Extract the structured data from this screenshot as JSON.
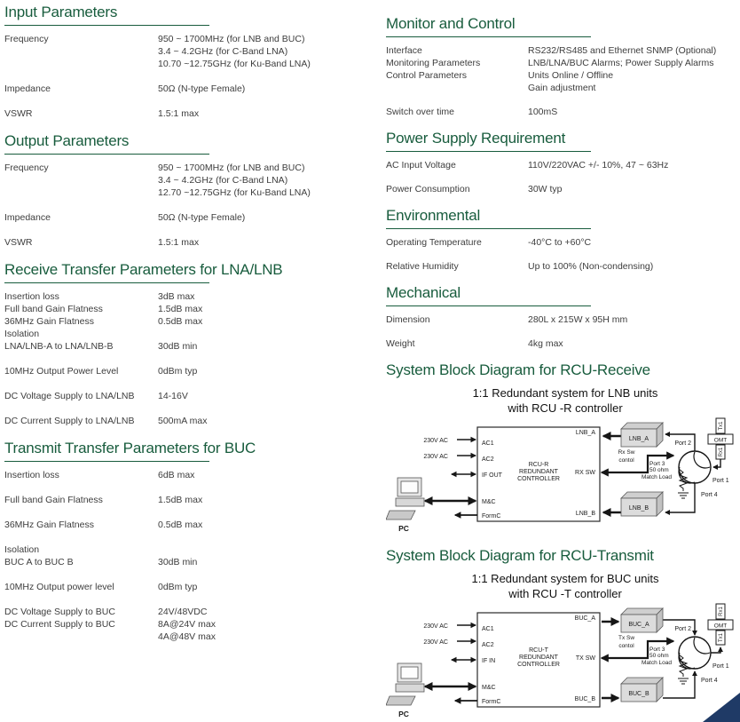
{
  "colors": {
    "heading_green": "#185C3D",
    "corner_navy": "#1F3A66",
    "body_text": "#3D3D3D"
  },
  "columns": {
    "left": {
      "sections": [
        {
          "title": "Input Parameters",
          "rows": [
            {
              "label": [
                "Frequency"
              ],
              "value": [
                "950 ~ 1700MHz (for LNB and BUC)",
                "3.4 ~ 4.2GHz (for C-Band LNA)",
                "10.70 ~12.75GHz (for Ku-Band LNA)"
              ]
            },
            {
              "label": [
                "Impedance"
              ],
              "value": [
                "50Ω (N-type Female)"
              ]
            },
            {
              "label": [
                "VSWR"
              ],
              "value": [
                "1.5:1 max"
              ]
            }
          ]
        },
        {
          "title": "Output Parameters",
          "rows": [
            {
              "label": [
                "Frequency"
              ],
              "value": [
                "950 ~ 1700MHz (for LNB and BUC)",
                "3.4 ~ 4.2GHz (for C-Band LNA)",
                "12.70 ~12.75GHz (for Ku-Band LNA)"
              ]
            },
            {
              "label": [
                "Impedance"
              ],
              "value": [
                "50Ω (N-type Female)"
              ]
            },
            {
              "label": [
                "VSWR"
              ],
              "value": [
                "1.5:1 max"
              ]
            }
          ]
        },
        {
          "title": "Receive Transfer Parameters for LNA/LNB",
          "rows": [
            {
              "label": [
                "Insertion loss",
                "Full band Gain Flatness",
                "36MHz Gain Flatness",
                "Isolation",
                "LNA/LNB-A to LNA/LNB-B"
              ],
              "value": [
                "3dB max",
                "1.5dB max",
                "0.5dB max",
                "",
                "30dB min"
              ]
            },
            {
              "label": [
                "10MHz Output Power Level"
              ],
              "value": [
                "0dBm typ"
              ]
            },
            {
              "label": [
                "DC Voltage Supply to LNA/LNB"
              ],
              "value": [
                "14-16V"
              ]
            },
            {
              "label": [
                "DC Current Supply to LNA/LNB"
              ],
              "value": [
                "500mA max"
              ]
            }
          ]
        },
        {
          "title": "Transmit Transfer Parameters for BUC",
          "rows": [
            {
              "label": [
                "Insertion loss"
              ],
              "value": [
                "6dB max"
              ]
            },
            {
              "label": [
                "Full band Gain Flatness"
              ],
              "value": [
                "1.5dB max"
              ]
            },
            {
              "label": [
                "36MHz Gain Flatness"
              ],
              "value": [
                "0.5dB max"
              ]
            },
            {
              "label": [
                "Isolation",
                "BUC A to BUC B"
              ],
              "value": [
                "",
                "30dB min"
              ]
            },
            {
              "label": [
                "10MHz Output power level"
              ],
              "value": [
                "0dBm typ"
              ]
            },
            {
              "label": [
                "DC Voltage Supply to BUC",
                "DC Current Supply to BUC"
              ],
              "value": [
                "24V/48VDC",
                "8A@24V max",
                "4A@48V max"
              ]
            }
          ]
        }
      ]
    },
    "right": {
      "sections": [
        {
          "title": "Monitor and Control",
          "rows": [
            {
              "label": [
                "Interface",
                "Monitoring Parameters",
                "Control Parameters"
              ],
              "value": [
                "RS232/RS485 and Ethernet SNMP (Optional)",
                "LNB/LNA/BUC Alarms; Power Supply Alarms",
                "Units Online / Offline",
                "Gain adjustment"
              ]
            },
            {
              "label": [
                "Switch over time"
              ],
              "value": [
                "100mS"
              ]
            }
          ]
        },
        {
          "title": "Power Supply Requirement",
          "rows": [
            {
              "label": [
                "AC Input Voltage"
              ],
              "value": [
                "110V/220VAC +/- 10%, 47 ~ 63Hz"
              ]
            },
            {
              "label": [
                "Power Consumption"
              ],
              "value": [
                "30W typ"
              ]
            }
          ]
        },
        {
          "title": "Environmental",
          "rows": [
            {
              "label": [
                "Operating Temperature"
              ],
              "value": [
                "-40°C to +60°C"
              ]
            },
            {
              "label": [
                "Relative Humidity"
              ],
              "value": [
                "Up to 100% (Non-condensing)"
              ]
            }
          ]
        },
        {
          "title": "Mechanical",
          "rows": [
            {
              "label": [
                "Dimension"
              ],
              "value": [
                "280L x 215W x 95H mm"
              ]
            },
            {
              "label": [
                "Weight"
              ],
              "value": [
                "4kg max"
              ]
            }
          ]
        }
      ]
    }
  },
  "diagrams": [
    {
      "heading": "System Block Diagram for RCU-Receive",
      "title1": "1:1 Redundant system for LNB units",
      "title2": "with RCU -R controller",
      "ac1": "230V AC",
      "ac2": "230V AC",
      "ctrl1": "RCU-R",
      "ctrl2": "REDUNDANT",
      "ctrl3": "CONTROLLER",
      "lp1": "AC1",
      "lp2": "AC2",
      "lp3": "IF OUT",
      "lp4": "M&C",
      "lp5": "FormC",
      "rp1": "LNB_A",
      "rp2": "RX SW",
      "rp3": "LNB_B",
      "unit_a": "LNB_A",
      "unit_b": "LNB_B",
      "sw1": "Rx Sw",
      "sw2": "contol",
      "port1": "Port 1",
      "port2": "Port 2",
      "port4": "Port 4",
      "port3a": "Port 3",
      "port3b": "50 ohm",
      "port3c": "Match Load",
      "omt": "OMT",
      "omt_top": "Tx1",
      "omt_bottom": "Rx1",
      "pc": "PC"
    },
    {
      "heading": "System Block Diagram for RCU-Transmit",
      "title1": "1:1 Redundant system for BUC units",
      "title2": "with RCU -T controller",
      "ac1": "230V AC",
      "ac2": "230V AC",
      "ctrl1": "RCU-T",
      "ctrl2": "REDUNDANT",
      "ctrl3": "CONTROLLER",
      "lp1": "AC1",
      "lp2": "AC2",
      "lp3": "IF IN",
      "lp4": "M&C",
      "lp5": "FormC",
      "rp1": "BUC_A",
      "rp2": "TX SW",
      "rp3": "BUC_B",
      "unit_a": "BUC_A",
      "unit_b": "BUC_B",
      "sw1": "Tx Sw",
      "sw2": "contol",
      "port1": "Port 1",
      "port2": "Port 2",
      "port4": "Port 4",
      "port3a": "Port 3",
      "port3b": "50 ohm",
      "port3c": "Match Load",
      "omt": "OMT",
      "omt_top": "Rx1",
      "omt_bottom": "Tx1",
      "pc": "PC"
    }
  ]
}
